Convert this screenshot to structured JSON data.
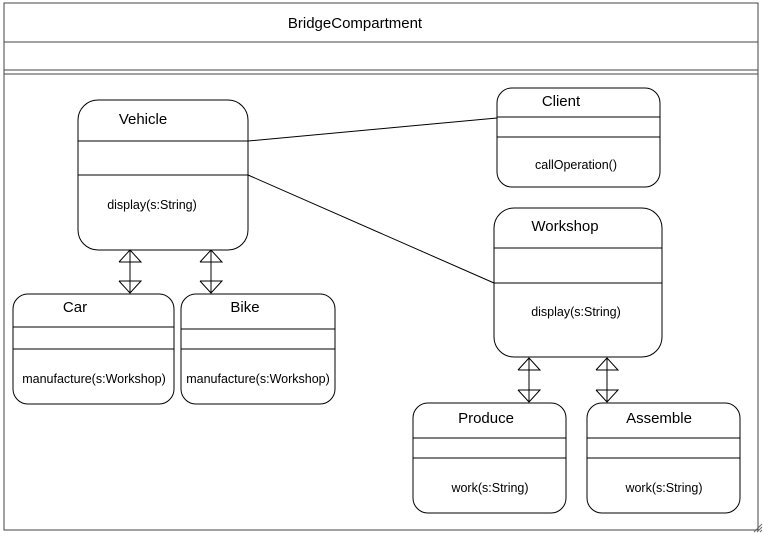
{
  "package": {
    "title": "BridgeCompartment"
  },
  "classes": {
    "vehicle": {
      "name": "Vehicle",
      "operation": "display(s:String)"
    },
    "client": {
      "name": "Client",
      "operation": "callOperation()"
    },
    "workshop": {
      "name": "Workshop",
      "operation": "display(s:String)"
    },
    "car": {
      "name": "Car",
      "operation": "manufacture(s:Workshop)"
    },
    "bike": {
      "name": "Bike",
      "operation": "manufacture(s:Workshop)"
    },
    "produce": {
      "name": "Produce",
      "operation": "work(s:String)"
    },
    "assemble": {
      "name": "Assemble",
      "operation": "work(s:String)"
    }
  },
  "colors": {
    "line": "#000000",
    "frame": "#555555",
    "background": "#ffffff"
  }
}
